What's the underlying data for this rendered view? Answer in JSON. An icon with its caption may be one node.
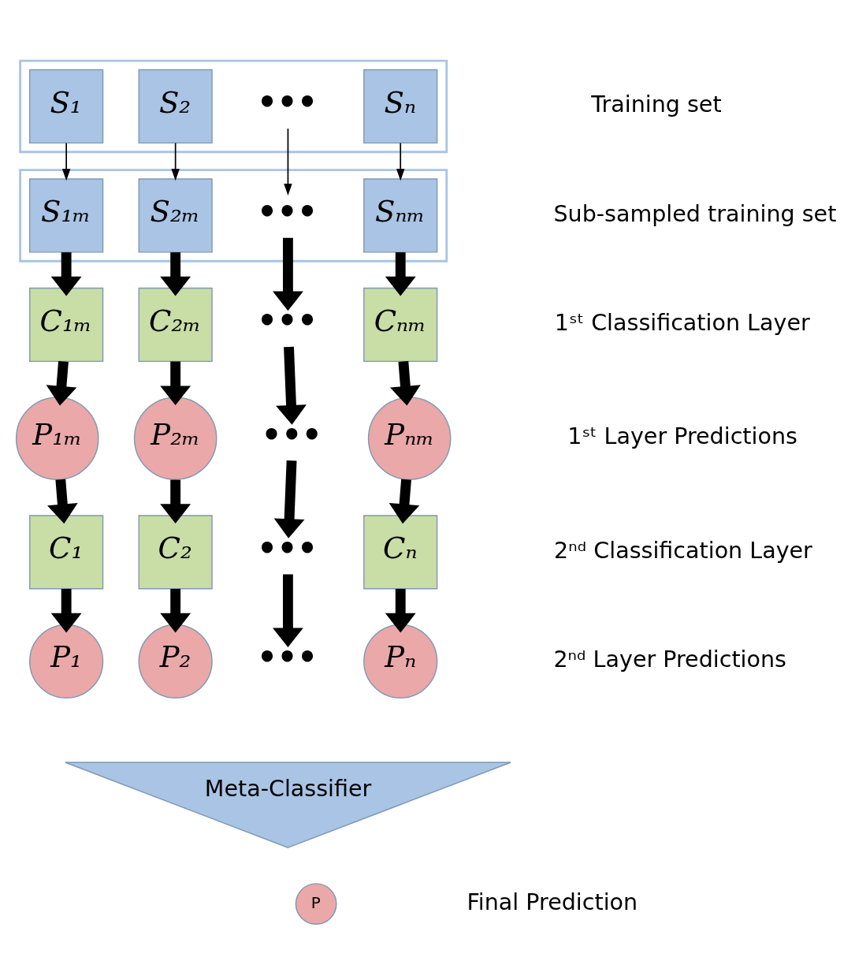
{
  "diagram": {
    "nodes": [
      {
        "text": [],
        "shape": "box"
      },
      {
        "text": [
          "S₁"
        ],
        "in": 0
      },
      {
        "text": [
          "S₂"
        ],
        "in": 0
      },
      {
        "text": [
          "•••"
        ],
        "in": 0
      },
      {
        "text": [
          "Sₙ"
        ],
        "in": 0
      },
      {
        "text": [],
        "shape": "box"
      },
      {
        "text": [
          "S₁ₘ"
        ],
        "in": 5
      },
      {
        "text": [
          "S₂ₘ"
        ],
        "in": 5
      },
      {
        "text": [
          "•••"
        ],
        "in": 5
      },
      {
        "text": [
          "Sₙₘ"
        ],
        "in": 5
      },
      {
        "text": [
          "C₁ₘ"
        ]
      },
      {
        "text": [
          "C₂ₘ"
        ]
      },
      {
        "text": [
          "•••"
        ]
      },
      {
        "text": [
          "Cₙₘ"
        ]
      },
      {
        "text": [
          "P₁ₘ"
        ]
      },
      {
        "text": [
          "P₂ₘ"
        ]
      },
      {
        "text": [
          "•••"
        ]
      },
      {
        "text": [
          "Pₙₘ"
        ]
      },
      {
        "text": [
          "C₁"
        ]
      },
      {
        "text": [
          "C₂"
        ]
      },
      {
        "text": [
          "•••"
        ]
      },
      {
        "text": [
          "Cₙ"
        ]
      },
      {
        "text": [
          "P₁"
        ]
      },
      {
        "text": [
          "P₂"
        ]
      },
      {
        "text": [
          "•••"
        ]
      },
      {
        "text": [
          "Pₙ"
        ]
      },
      {
        "text": [
          "Meta-Classifier"
        ]
      },
      {
        "text": [
          "P"
        ]
      }
    ],
    "edges": [
      {
        "from": 1,
        "to": 6,
        "arrow": "to"
      },
      {
        "from": 2,
        "to": 7,
        "arrow": "to"
      },
      {
        "from": 3,
        "to": 8,
        "arrow": "to"
      },
      {
        "from": 4,
        "to": 9,
        "arrow": "to"
      },
      {
        "from": 6,
        "to": 10,
        "arrow": "to"
      },
      {
        "from": 7,
        "to": 11,
        "arrow": "to"
      },
      {
        "from": 8,
        "to": 12,
        "arrow": "to"
      },
      {
        "from": 9,
        "to": 13,
        "arrow": "to"
      },
      {
        "from": 10,
        "to": 14,
        "arrow": "to"
      },
      {
        "from": 11,
        "to": 15,
        "arrow": "to"
      },
      {
        "from": 12,
        "to": 16,
        "arrow": "to"
      },
      {
        "from": 13,
        "to": 17,
        "arrow": "to"
      },
      {
        "from": 14,
        "to": 18,
        "arrow": "to"
      },
      {
        "from": 15,
        "to": 19,
        "arrow": "to"
      },
      {
        "from": 16,
        "to": 20,
        "arrow": "to"
      },
      {
        "from": 17,
        "to": 21,
        "arrow": "to"
      },
      {
        "from": 18,
        "to": 22,
        "arrow": "to"
      },
      {
        "from": 19,
        "to": 23,
        "arrow": "to"
      },
      {
        "from": 20,
        "to": 24,
        "arrow": "to"
      },
      {
        "from": 21,
        "to": 25,
        "arrow": "to"
      }
    ],
    "labels": [
      "Training set",
      "Sub-sampled training set",
      "1ˢᵗ Classification Layer",
      "1ˢᵗ Layer Predictions",
      "2ⁿᵈ Classification Layer",
      "2ⁿᵈ Layer Predictions",
      "Final Prediction"
    ]
  }
}
